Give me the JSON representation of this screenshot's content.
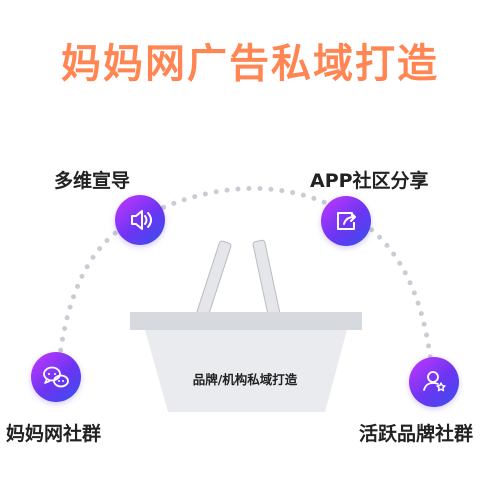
{
  "title": "妈妈网广告私域打造",
  "nodes": {
    "top_left": {
      "label": "多维宣导",
      "icon": "speaker-icon"
    },
    "top_right": {
      "label": "APP社区分享",
      "icon": "share-icon"
    },
    "bottom_left": {
      "label": "妈妈网社群",
      "icon": "chat-icon"
    },
    "bottom_right": {
      "label": "活跃品牌社群",
      "icon": "user-star-icon"
    }
  },
  "basket": {
    "label": "品牌/机构私域打造"
  },
  "colors": {
    "title": "#ff8652",
    "node_gradient_start": "#c537ff",
    "node_gradient_end": "#3650ee",
    "basket_body": "#e9ebef",
    "dots": "#c9ccd2"
  }
}
